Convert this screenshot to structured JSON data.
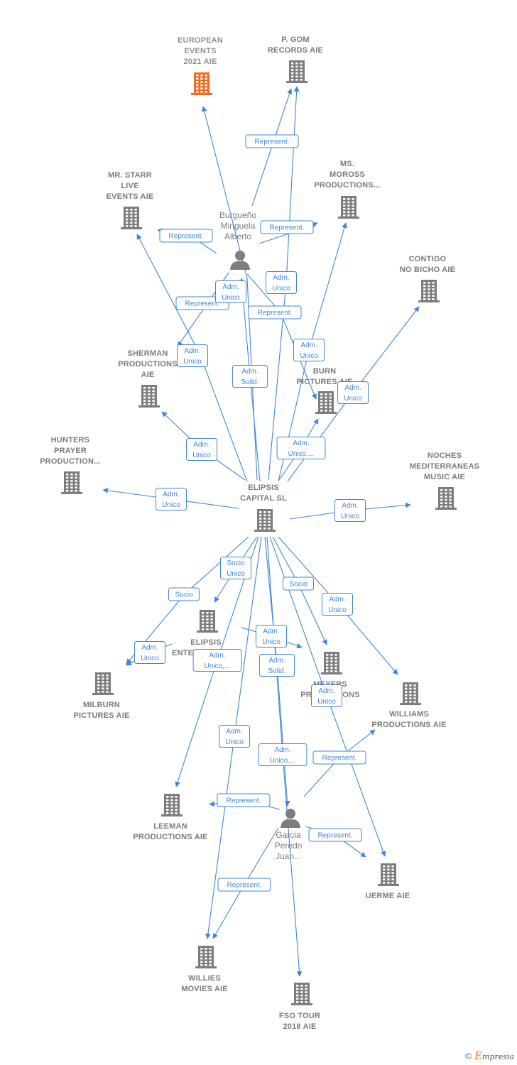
{
  "colors": {
    "edge": "#3f86db",
    "building": "#7d7d7d",
    "highlight_building": "#f26b21",
    "person": "#7d7d7d",
    "label": "#7a7a7a"
  },
  "nodes": [
    {
      "id": "european",
      "kind": "company",
      "highlight": true,
      "label": [
        "EUROPEAN",
        "EVENTS",
        "2021 AIE"
      ]
    },
    {
      "id": "pgom",
      "kind": "company",
      "label": [
        "P.  GOM",
        "RECORDS  AIE"
      ]
    },
    {
      "id": "mrstarr",
      "kind": "company",
      "label": [
        "MR.  STARR",
        "LIVE",
        "EVENTS  AIE"
      ]
    },
    {
      "id": "msmoross",
      "kind": "company",
      "label": [
        "MS.",
        "MOROSS",
        "PRODUCTIONS..."
      ]
    },
    {
      "id": "contigo",
      "kind": "company",
      "label": [
        "CONTIGO",
        "NO BICHO  AIE"
      ]
    },
    {
      "id": "burgueno",
      "kind": "person",
      "label": [
        "Burgueño",
        "Minguela",
        "Alberto"
      ]
    },
    {
      "id": "sherman",
      "kind": "company",
      "label": [
        "SHERMAN",
        "PRODUCTIONS",
        "AIE"
      ]
    },
    {
      "id": "burn",
      "kind": "company",
      "label": [
        "BURN",
        "PICTURES  AIE"
      ]
    },
    {
      "id": "hunters",
      "kind": "company",
      "label": [
        "HUNTERS",
        "PRAYER",
        "PRODUCTION..."
      ]
    },
    {
      "id": "noches",
      "kind": "company",
      "label": [
        "NOCHES",
        "MEDITERRANEAS",
        "MUSIC AIE"
      ]
    },
    {
      "id": "elipsis_capital",
      "kind": "company",
      "label": [
        "ELIPSIS",
        "CAPITAL  SL"
      ]
    },
    {
      "id": "elipsis_ent",
      "kind": "company",
      "label": [
        "ELIPSIS",
        "ENTERTAINMENT"
      ]
    },
    {
      "id": "meyers",
      "kind": "company",
      "label": [
        "MEYERS",
        "PRODUCTIONS"
      ]
    },
    {
      "id": "milburn",
      "kind": "company",
      "label": [
        "MILBURN",
        "PICTURES  AIE"
      ]
    },
    {
      "id": "williams",
      "kind": "company",
      "label": [
        "WILLIAMS",
        "PRODUCTIONS AIE"
      ]
    },
    {
      "id": "leeman",
      "kind": "company",
      "label": [
        "LEEMAN",
        "PRODUCTIONS AIE"
      ]
    },
    {
      "id": "garcia",
      "kind": "person",
      "label": [
        "Garcia",
        "Peredo",
        "Juan..."
      ]
    },
    {
      "id": "uerme",
      "kind": "company",
      "label": [
        "UERME AIE"
      ]
    },
    {
      "id": "willies",
      "kind": "company",
      "label": [
        "WILLIES",
        "MOVIES  AIE"
      ]
    },
    {
      "id": "fso",
      "kind": "company",
      "label": [
        "FSO TOUR",
        "2018 AIE"
      ]
    }
  ],
  "edges": [
    {
      "label": [
        "Represent."
      ]
    },
    {
      "label": [
        "Represent."
      ]
    },
    {
      "label": [
        "Represent."
      ]
    },
    {
      "label": [
        "Represent."
      ]
    },
    {
      "label": [
        "Represent."
      ]
    },
    {
      "label": [
        "Adm.",
        "Unico"
      ]
    },
    {
      "label": [
        "Adm.",
        "Unico"
      ]
    },
    {
      "label": [
        "Adm.",
        "Unico"
      ]
    },
    {
      "label": [
        "Adm.",
        "Unico"
      ]
    },
    {
      "label": [
        "Adm.",
        "Solid."
      ]
    },
    {
      "label": [
        "Adm.",
        "Unico"
      ]
    },
    {
      "label": [
        "Adm.",
        "Unico"
      ]
    },
    {
      "label": [
        "Adm.",
        "Unico,..."
      ]
    },
    {
      "label": [
        "Adm.",
        "Unico"
      ]
    },
    {
      "label": [
        "Adm.",
        "Unico"
      ]
    },
    {
      "label": [
        "Socio"
      ]
    },
    {
      "label": [
        "Socio",
        "Único"
      ]
    },
    {
      "label": [
        "Socio"
      ]
    },
    {
      "label": [
        "Socio"
      ]
    },
    {
      "label": [
        "Adm.",
        "Unico"
      ]
    },
    {
      "label": [
        "Adm.",
        "Unico"
      ]
    },
    {
      "label": [
        "Adm.",
        "Unico"
      ]
    },
    {
      "label": [
        "Adm.",
        "Unico,..."
      ]
    },
    {
      "label": [
        "Adm.",
        "Solid."
      ]
    },
    {
      "label": [
        "Adm.",
        "Unico"
      ]
    },
    {
      "label": [
        "Adm.",
        "Unico"
      ]
    },
    {
      "label": [
        "Adm.",
        "Unico,..."
      ]
    },
    {
      "label": [
        "Represent."
      ]
    },
    {
      "label": [
        "Represent."
      ]
    },
    {
      "label": [
        "Represent."
      ]
    },
    {
      "label": [
        "Represent."
      ]
    }
  ],
  "brand": {
    "copyright": "©",
    "initial": "E",
    "rest": "mpresia"
  }
}
